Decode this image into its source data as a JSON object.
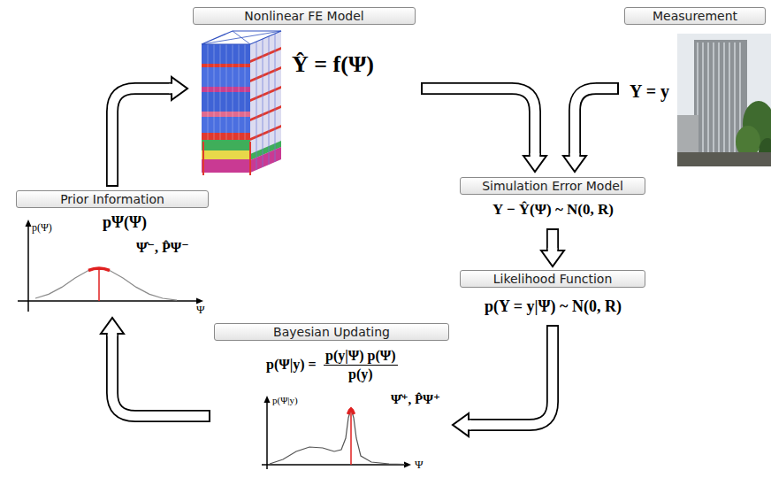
{
  "diagram": {
    "nodes": [
      {
        "text": [
          "Nonlinear FE Model",
          "Ŷ = f(Ψ)"
        ]
      },
      {
        "text": [
          "Measurement",
          "Y = y"
        ]
      },
      {
        "text": [
          "Simulation Error Model",
          "Y − Ŷ(Ψ) ~ N(0, R)"
        ]
      },
      {
        "text": [
          "Likelihood Function",
          "p(Y = y|Ψ) ~ N(0, R)"
        ]
      },
      {
        "text": [
          "Bayesian Updating",
          "p(Ψ|y) =",
          "p(y|Ψ) p(Ψ)",
          "p(y)",
          "Ψ̂⁺, P̂Ψ⁺"
        ]
      },
      {
        "text": [
          "Prior Information",
          "pΨ(Ψ)",
          "Ψ̂⁻, P̂Ψ⁻"
        ]
      }
    ],
    "edges": [
      {
        "from": 0,
        "to": 2,
        "arrow": "to"
      },
      {
        "from": 1,
        "to": 2,
        "arrow": "to"
      },
      {
        "from": 2,
        "to": 3,
        "arrow": "to"
      },
      {
        "from": 3,
        "to": 4,
        "arrow": "to"
      },
      {
        "from": 4,
        "to": 5,
        "arrow": "to"
      },
      {
        "from": 5,
        "to": 0,
        "arrow": "to"
      }
    ],
    "labels": [
      "p(Ψ)",
      "Ψ",
      "p(Ψ|y)",
      "Ψ"
    ]
  }
}
